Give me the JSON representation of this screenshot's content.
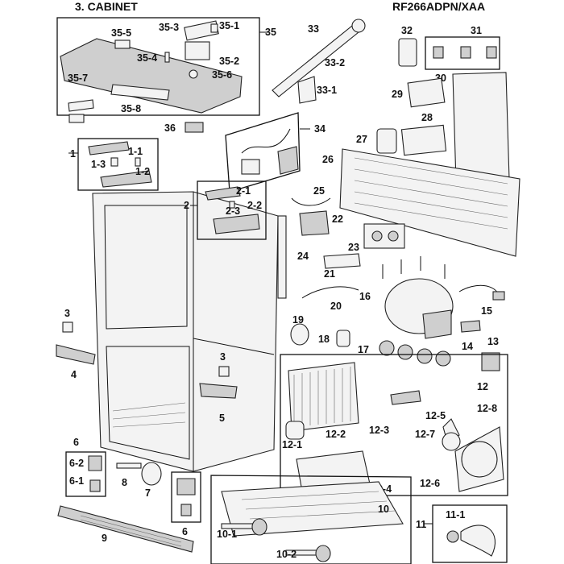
{
  "header": {
    "section": "3. CABINET",
    "model": "RF266ADPN/XAA"
  },
  "labels": {
    "p35": "35",
    "p35_1": "35-1",
    "p35_2": "35-2",
    "p35_3": "35-3",
    "p35_4": "35-4",
    "p35_5": "35-5",
    "p35_6": "35-6",
    "p35_7": "35-7",
    "p35_8": "35-8",
    "p36": "36",
    "p33": "33",
    "p33_1": "33-1",
    "p33_2": "33-2",
    "p32": "32",
    "p31": "31",
    "p30": "30",
    "p29": "29",
    "p28": "28",
    "p27": "27",
    "p26": "26",
    "p34": "34",
    "p1": "1",
    "p1_1": "1-1",
    "p1_2": "1-2",
    "p1_3": "1-3",
    "p2": "2",
    "p2_1": "2-1",
    "p2_2": "2-2",
    "p2_3": "2-3",
    "p25": "25",
    "p22": "22",
    "p23": "23",
    "p24": "24",
    "p21": "21",
    "p16": "16",
    "p15": "15",
    "p20": "20",
    "p19": "19",
    "p18": "18",
    "p17": "17",
    "p14": "14",
    "p13": "13",
    "p12": "12",
    "p12_1": "12-1",
    "p12_2": "12-2",
    "p12_3": "12-3",
    "p12_4": "12-4",
    "p12_5": "12-5",
    "p12_6": "12-6",
    "p12_7": "12-7",
    "p12_8": "12-8",
    "p3a": "3",
    "p3b": "3",
    "p4": "4",
    "p5": "5",
    "p6a": "6",
    "p6_1": "6-1",
    "p6_2": "6-2",
    "p6b": "6",
    "p7": "7",
    "p8": "8",
    "p9": "9",
    "p10": "10",
    "p10_1": "10-1",
    "p10_2": "10-2",
    "p11": "11",
    "p11_1": "11-1"
  }
}
